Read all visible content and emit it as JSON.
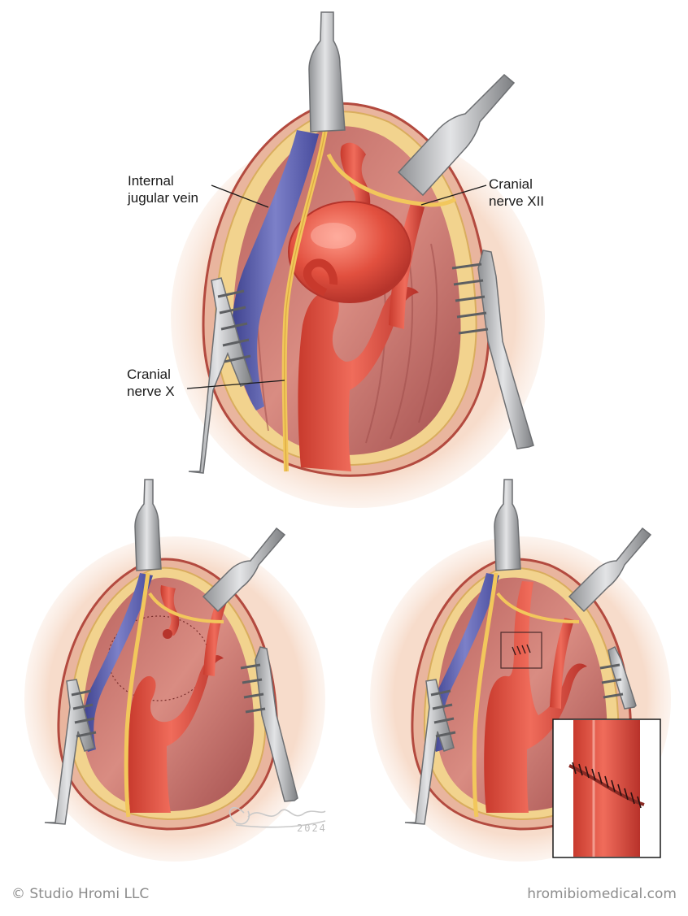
{
  "labels": {
    "internal_jugular_vein": [
      "Internal",
      "jugular vein"
    ],
    "cranial_nerve_xii": [
      "Cranial",
      "nerve XII"
    ],
    "cranial_nerve_x": [
      "Cranial",
      "nerve X"
    ]
  },
  "signature": {
    "year": "2024"
  },
  "footer": {
    "copyright": "© Studio Hromi LLC",
    "website": "hromibiomedical.com"
  },
  "colors": {
    "skin": "#f4d5c1",
    "tissue": "#c9726b",
    "artery": "#e2503f",
    "vein": "#5a5fae",
    "nerve": "#f2c75c",
    "fat": "#f2d38e",
    "metal": "#a7a9ac"
  },
  "icons": [
    "retractor-icon",
    "signature-icon"
  ]
}
